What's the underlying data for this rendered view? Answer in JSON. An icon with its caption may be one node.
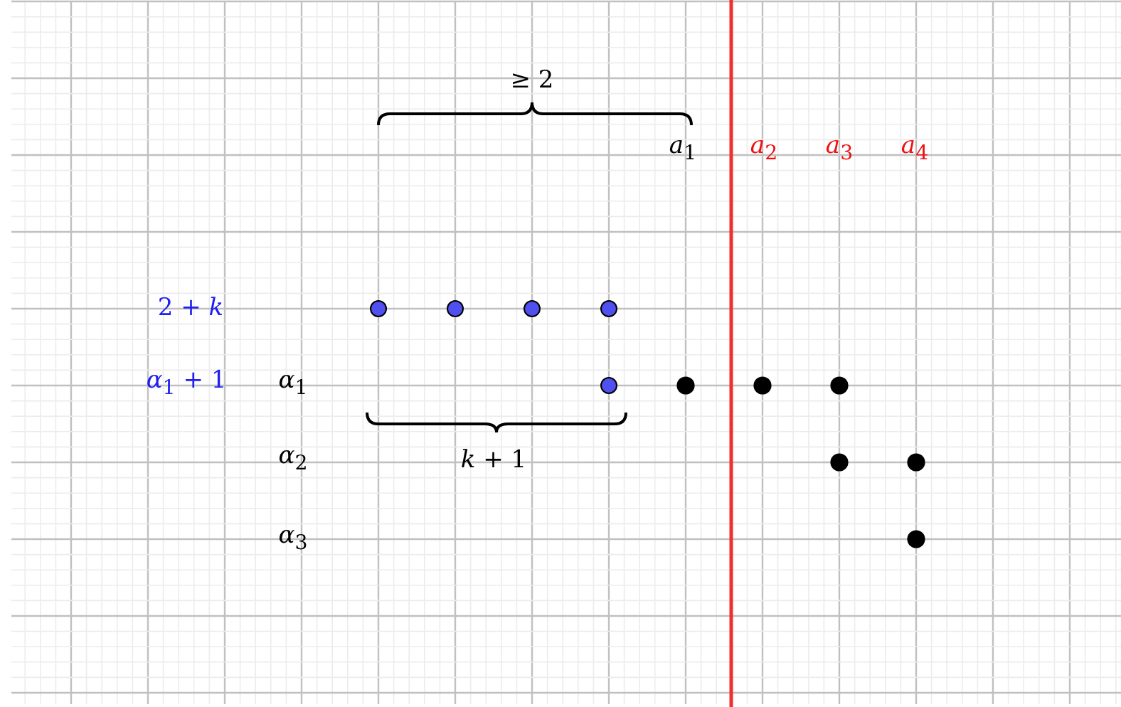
{
  "diagram": {
    "labels": [
      "≥ 2",
      "*a*$_{1}$",
      "*a*$_{2}$",
      "*a*$_{3}$",
      "*a*$_{4}$",
      "2 + *k*",
      "*α*$_{1}$ + 1",
      "*α*$_{1}$",
      "*α*$_{2}$",
      "*k* + 1",
      "*α*$_{3}$"
    ]
  }
}
